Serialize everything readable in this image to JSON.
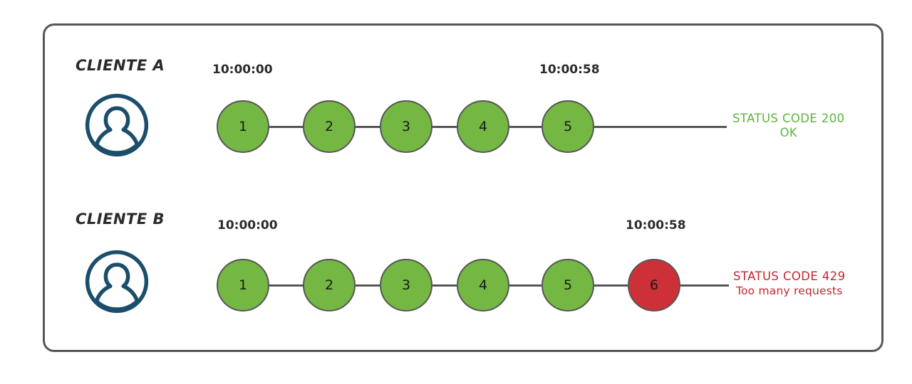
{
  "diagram": {
    "title_visible": false,
    "frame": {
      "border_color": "#565656"
    },
    "colors": {
      "node_ok": "#74b743",
      "node_fail": "#ce3038",
      "node_border": "#565656",
      "connector": "#565656",
      "avatar": "#1b4e6b",
      "status_ok_text": "#5cb53c",
      "status_fail_text": "#c4262e",
      "label_text": "#2b2b2b"
    },
    "rows": [
      {
        "id": "client-a",
        "label": "CLIENTE A",
        "avatar_icon": "user-avatar-icon",
        "time_start": "10:00:00",
        "time_end": "10:00:58",
        "nodes": [
          {
            "label": "1",
            "state": "ok"
          },
          {
            "label": "2",
            "state": "ok"
          },
          {
            "label": "3",
            "state": "ok"
          },
          {
            "label": "4",
            "state": "ok"
          },
          {
            "label": "5",
            "state": "ok"
          }
        ],
        "status": {
          "line1": "STATUS CODE 200",
          "line2": "OK",
          "state": "ok"
        }
      },
      {
        "id": "client-b",
        "label": "CLIENTE B",
        "avatar_icon": "user-avatar-icon",
        "time_start": "10:00:00",
        "time_end": "10:00:58",
        "nodes": [
          {
            "label": "1",
            "state": "ok"
          },
          {
            "label": "2",
            "state": "ok"
          },
          {
            "label": "3",
            "state": "ok"
          },
          {
            "label": "4",
            "state": "ok"
          },
          {
            "label": "5",
            "state": "ok"
          },
          {
            "label": "6",
            "state": "fail"
          }
        ],
        "status": {
          "line1": "STATUS CODE 429",
          "line2": "Too many requests",
          "state": "fail"
        }
      }
    ]
  }
}
